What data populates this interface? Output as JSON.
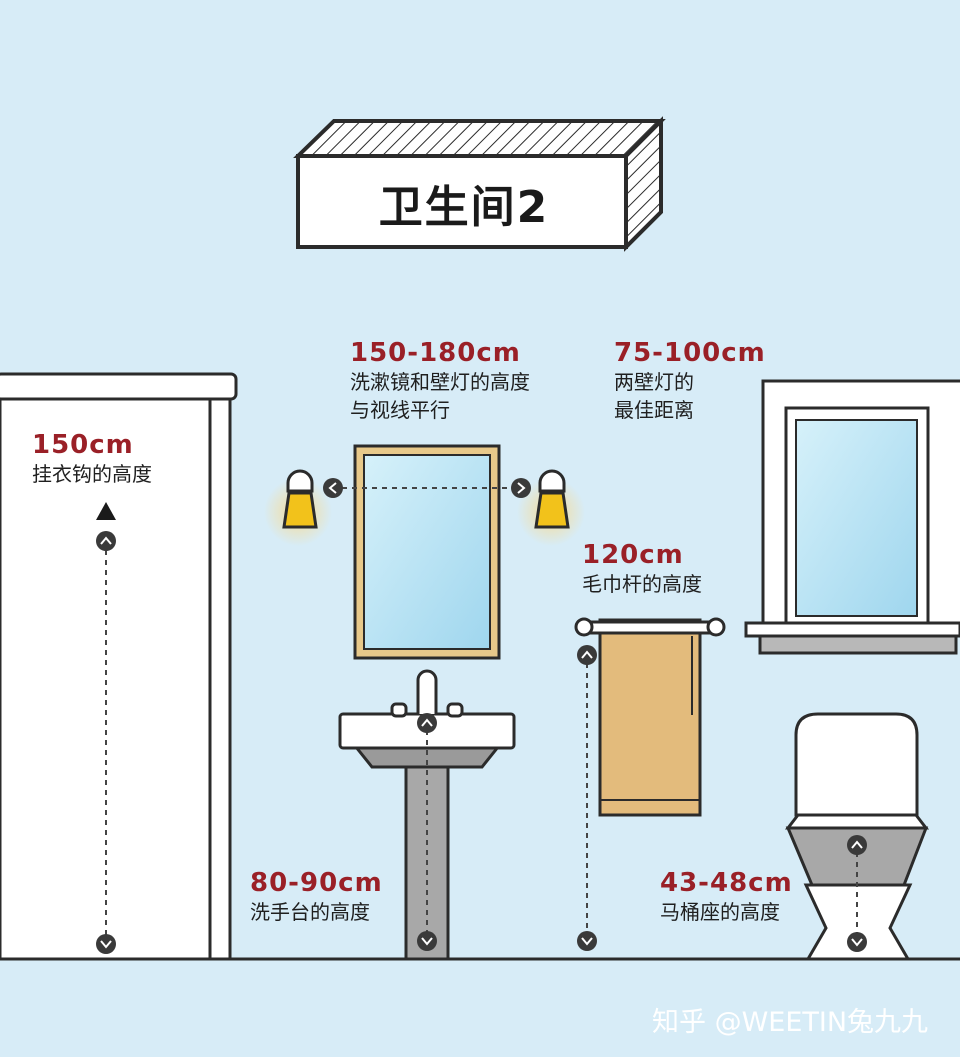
{
  "title": "卫生间2",
  "labels": {
    "hook": {
      "value": "150cm",
      "desc": "挂衣钩的高度"
    },
    "mirror": {
      "value": "150-180cm",
      "desc1": "洗漱镜和壁灯的高度",
      "desc2": "与视线平行"
    },
    "lamps": {
      "value": "75-100cm",
      "desc1": "两壁灯的",
      "desc2": "最佳距离"
    },
    "towel": {
      "value": "120cm",
      "desc": "毛巾杆的高度"
    },
    "basin": {
      "value": "80-90cm",
      "desc": "洗手台的高度"
    },
    "toilet": {
      "value": "43-48cm",
      "desc": "马桶座的高度"
    }
  },
  "watermark": "知乎 @WEETIN兔九九",
  "colors": {
    "background": "#d7ecf7",
    "value_text": "#9a2027",
    "outline": "#2b2b2b",
    "lamp": "#f2c21b",
    "towel": "#e3bb7c",
    "mirror_frame": "#e8c98a",
    "glass": "#bfe6f5",
    "pedestal": "#a8a8a8"
  }
}
